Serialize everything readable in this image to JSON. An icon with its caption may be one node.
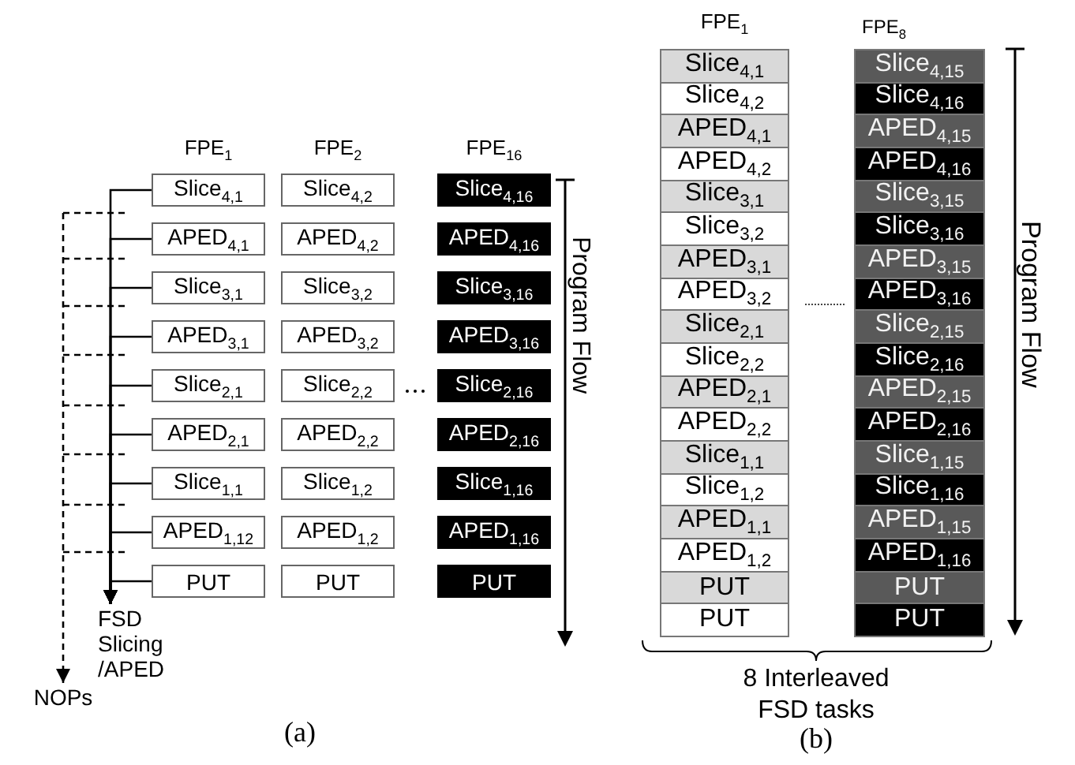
{
  "diagram": {
    "nodes": [
      {
        "text": [
          "Slice$_{4,1}$"
        ]
      },
      {
        "text": [
          "APED$_{4,1}$"
        ]
      },
      {
        "text": [
          "Slice$_{3,1}$"
        ]
      },
      {
        "text": [
          "APED$_{3,1}$"
        ]
      },
      {
        "text": [
          "Slice$_{2,1}$"
        ]
      },
      {
        "text": [
          "APED$_{2,1}$"
        ]
      },
      {
        "text": [
          "Slice$_{1,1}$"
        ]
      },
      {
        "text": [
          "APED$_{1,12}$"
        ]
      },
      {
        "text": [
          "PUT"
        ]
      },
      {
        "text": [
          "Slice$_{4,2}$"
        ]
      },
      {
        "text": [
          "APED$_{4,2}$"
        ]
      },
      {
        "text": [
          "Slice$_{3,2}$"
        ]
      },
      {
        "text": [
          "APED$_{3,2}$"
        ]
      },
      {
        "text": [
          "Slice$_{2,2}$"
        ]
      },
      {
        "text": [
          "APED$_{2,2}$"
        ]
      },
      {
        "text": [
          "Slice$_{1,2}$"
        ]
      },
      {
        "text": [
          "APED$_{1,2}$"
        ]
      },
      {
        "text": [
          "PUT"
        ]
      },
      {
        "text": [
          "Slice$_{4,16}$"
        ]
      },
      {
        "text": [
          "APED$_{4,16}$"
        ]
      },
      {
        "text": [
          "Slice$_{3,16}$"
        ]
      },
      {
        "text": [
          "APED$_{3,16}$"
        ]
      },
      {
        "text": [
          "Slice$_{2,16}$"
        ]
      },
      {
        "text": [
          "APED$_{2,16}$"
        ]
      },
      {
        "text": [
          "Slice$_{1,16}$"
        ]
      },
      {
        "text": [
          "APED$_{1,16}$"
        ]
      },
      {
        "text": [
          "PUT"
        ]
      },
      {
        "text": [
          "FSD Slicing /APED"
        ]
      },
      {
        "text": [
          "NOPs"
        ]
      },
      {
        "text": [
          "Slice$_{4,1}$"
        ]
      },
      {
        "text": [
          "Slice$_{4,2}$"
        ]
      },
      {
        "text": [
          "APED$_{4,1}$"
        ]
      },
      {
        "text": [
          "APED$_{4,2}$"
        ]
      },
      {
        "text": [
          "Slice$_{3,1}$"
        ]
      },
      {
        "text": [
          "Slice$_{3,2}$"
        ]
      },
      {
        "text": [
          "APED$_{3,1}$"
        ]
      },
      {
        "text": [
          "APED$_{3,2}$"
        ]
      },
      {
        "text": [
          "Slice$_{2,1}$"
        ]
      },
      {
        "text": [
          "Slice$_{2,2}$"
        ]
      },
      {
        "text": [
          "APED$_{2,1}$"
        ]
      },
      {
        "text": [
          "APED$_{2,2}$"
        ]
      },
      {
        "text": [
          "Slice$_{1,1}$"
        ]
      },
      {
        "text": [
          "Slice$_{1,2}$"
        ]
      },
      {
        "text": [
          "APED$_{1,1}$"
        ]
      },
      {
        "text": [
          "APED$_{1,2}$"
        ]
      },
      {
        "text": [
          "PUT"
        ]
      },
      {
        "text": [
          "PUT"
        ]
      },
      {
        "text": [
          "Slice$_{4,15}$"
        ]
      },
      {
        "text": [
          "Slice$_{4,16}$"
        ]
      },
      {
        "text": [
          "APED$_{4,15}$"
        ]
      },
      {
        "text": [
          "APED$_{4,16}$"
        ]
      },
      {
        "text": [
          "Slice$_{3,15}$"
        ]
      },
      {
        "text": [
          "Slice$_{3,16}$"
        ]
      },
      {
        "text": [
          "APED$_{3,15}$"
        ]
      },
      {
        "text": [
          "APED$_{3,16}$"
        ]
      },
      {
        "text": [
          "Slice$_{2,15}$"
        ]
      },
      {
        "text": [
          "Slice$_{2,16}$"
        ]
      },
      {
        "text": [
          "APED$_{2,15}$"
        ]
      },
      {
        "text": [
          "APED$_{2,16}$"
        ]
      },
      {
        "text": [
          "Slice$_{1,15}$"
        ]
      },
      {
        "text": [
          "Slice$_{1,16}$"
        ]
      },
      {
        "text": [
          "APED$_{1,15}$"
        ]
      },
      {
        "text": [
          "APED$_{1,16}$"
        ]
      },
      {
        "text": [
          "PUT"
        ]
      },
      {
        "text": [
          "PUT"
        ]
      }
    ],
    "edges": [
      {
        "from": 0,
        "to": 27,
        "arrow": "to"
      },
      {
        "from": 1,
        "to": 27,
        "arrow": "to"
      },
      {
        "from": 2,
        "to": 27,
        "arrow": "to"
      },
      {
        "from": 3,
        "to": 27,
        "arrow": "to"
      },
      {
        "from": 4,
        "to": 27,
        "arrow": "to"
      },
      {
        "from": 5,
        "to": 27,
        "arrow": "to"
      },
      {
        "from": 6,
        "to": 27,
        "arrow": "to"
      },
      {
        "from": 7,
        "to": 27,
        "arrow": "to"
      },
      {
        "from": 8,
        "to": 27,
        "arrow": "to"
      },
      {
        "from": null,
        "to": 28,
        "arrow": "to",
        "style": "dashed"
      }
    ],
    "labels": [
      "FPE$_{1}$",
      "FPE$_{2}$",
      "FPE$_{16}$",
      "Program Flow",
      "(a)",
      "FPE$_{1}$",
      "FPE$_{8}$",
      "Program Flow",
      "8 Interleaved FSD tasks",
      "(b)"
    ]
  }
}
